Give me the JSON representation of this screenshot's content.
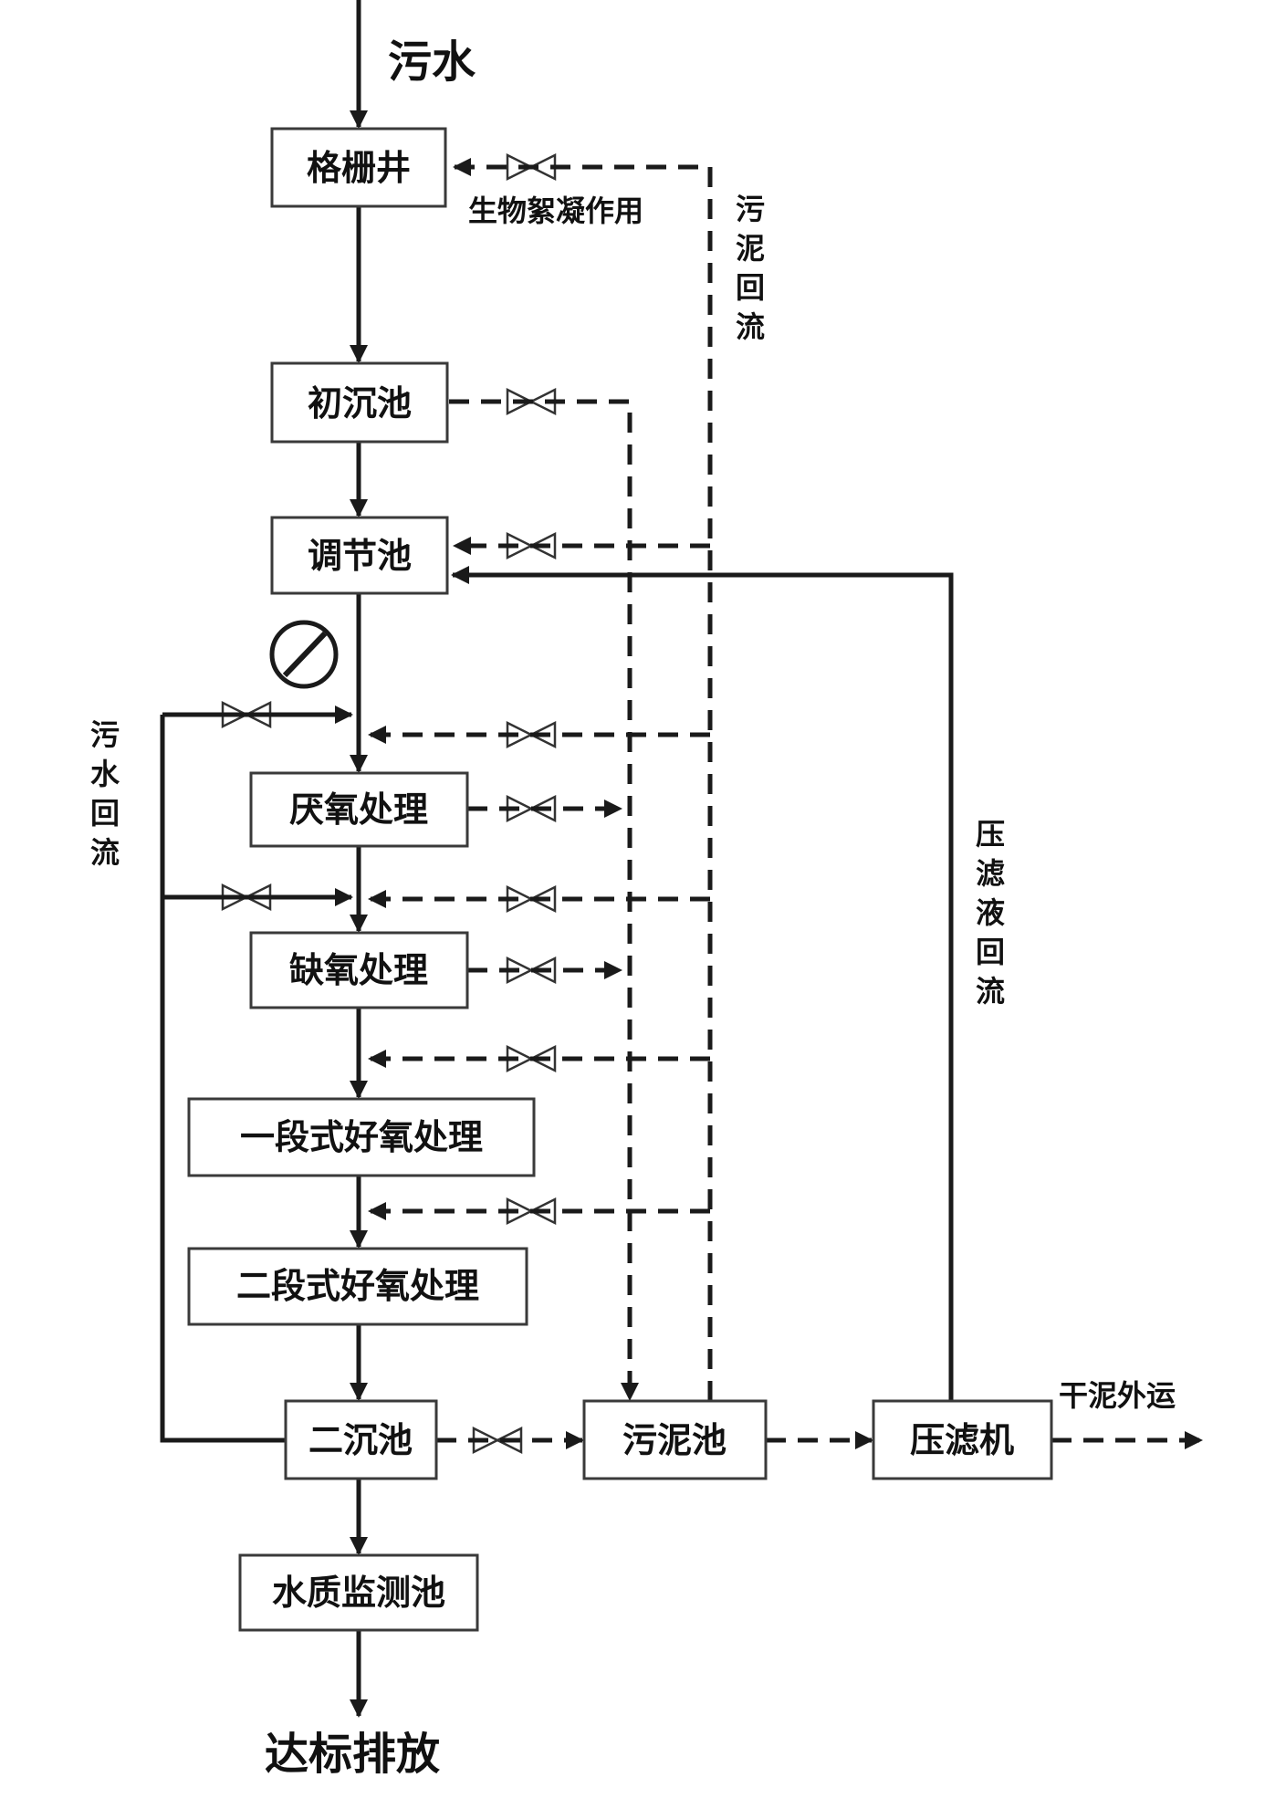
{
  "diagram": {
    "input_label": "污水",
    "output_label": "达标排放",
    "nodes": {
      "grille_well": "格栅井",
      "primary_settling_tank": "初沉池",
      "regulating_tank": "调节池",
      "anaerobic": "厌氧处理",
      "anoxic": "缺氧处理",
      "aerobic_stage1": "一段式好氧处理",
      "aerobic_stage2": "二段式好氧处理",
      "secondary_settling_tank": "二沉池",
      "sludge_tank": "污泥池",
      "filter_press": "压滤机",
      "water_quality_tank": "水质监测池"
    },
    "annotations": {
      "bio_flocculation": "生物絮凝作用",
      "sludge_return": [
        "污",
        "泥",
        "回",
        "流"
      ],
      "sewage_return": [
        "污",
        "水",
        "回",
        "流"
      ],
      "filtrate_return": [
        "压",
        "滤",
        "液",
        "回",
        "流"
      ],
      "dry_sludge_export": "干泥外运"
    },
    "colors": {
      "line": "#1a1a1a",
      "box_border": "#3a3a3a",
      "background": "#ffffff"
    }
  }
}
